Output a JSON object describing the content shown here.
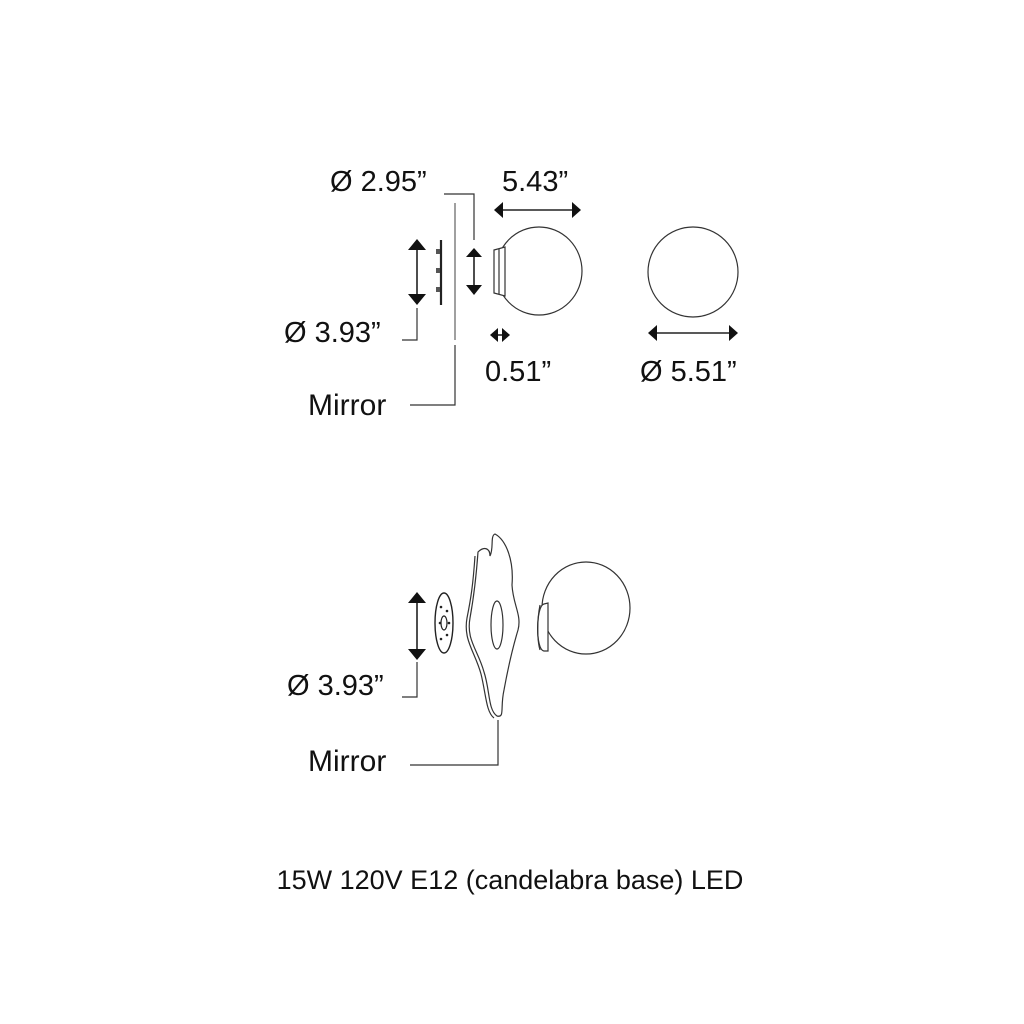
{
  "top_view": {
    "canopy_diameter": "Ø 2.95”",
    "depth": "5.43”",
    "plate_diameter": "Ø 3.93”",
    "canopy_depth": "0.51”",
    "globe_diameter": "Ø 5.51”",
    "mirror_label": "Mirror"
  },
  "bottom_view": {
    "plate_diameter": "Ø 3.93”",
    "mirror_label": "Mirror"
  },
  "footer": {
    "spec": "15W 120V E12 (candelabra base) LED"
  }
}
